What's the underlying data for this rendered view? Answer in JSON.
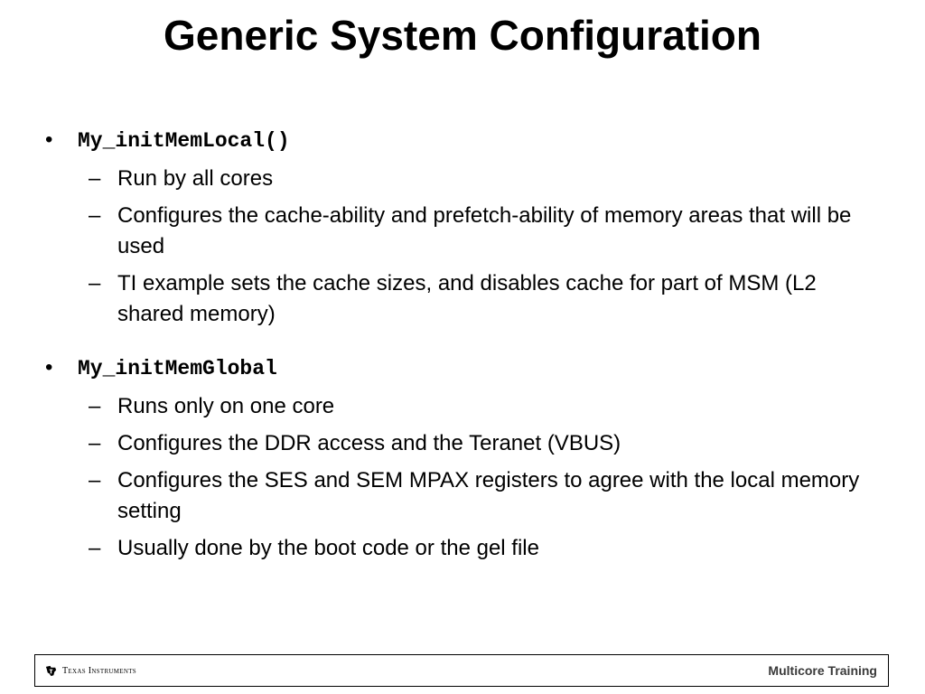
{
  "slide": {
    "title": "Generic System Configuration"
  },
  "bullets": [
    {
      "code": "My_initMemLocal()",
      "items": [
        "Run by all cores",
        "Configures the cache-ability and prefetch-ability of memory areas that will be used",
        "TI example sets the cache sizes, and disables cache for part of MSM (L2 shared memory)"
      ]
    },
    {
      "code": "My_initMemGlobal",
      "items": [
        "Runs only on one core",
        "Configures the DDR access and the Teranet (VBUS)",
        "Configures the SES and SEM MPAX registers to agree with the local memory setting",
        "Usually done by the boot code or the gel file"
      ]
    }
  ],
  "footer": {
    "logo_text": "Texas Instruments",
    "logo_icon": "ti-logo-icon",
    "right_text": "Multicore Training"
  }
}
